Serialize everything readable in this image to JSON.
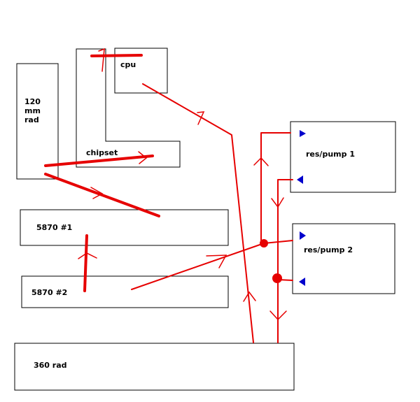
{
  "labels": {
    "rad120_line1": "120",
    "rad120_line2": "mm",
    "rad120_line3": "rad",
    "cpu": "cpu",
    "chipset": "chipset",
    "gpu1": "5870 #1",
    "gpu2": "5870 #2",
    "res_pump_1": "res/pump 1",
    "res_pump_2": "res/pump 2",
    "rad360": "360 rad"
  },
  "colors": {
    "tubing": "#e60000",
    "ports": "#0000cc",
    "outline": "#000000",
    "background": "#ffffff"
  }
}
